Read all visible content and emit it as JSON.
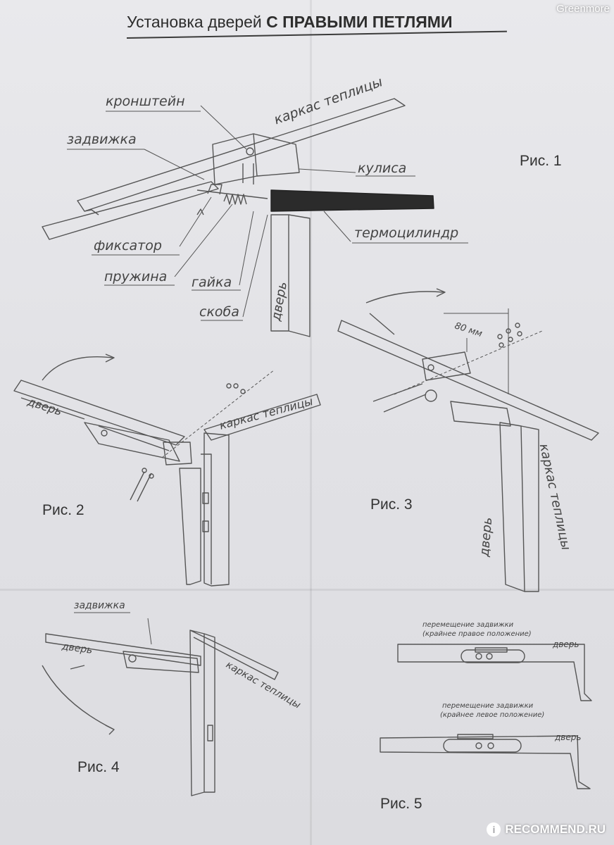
{
  "watermark_top": "Greenmore",
  "watermark_bottom": "RECOMMEND.RU",
  "title": {
    "normal": "Установка дверей",
    "bold": "С ПРАВЫМИ ПЕТЛЯМИ"
  },
  "fig1": {
    "label": "Рис. 1",
    "callouts": {
      "bracket": "кронштейн",
      "frame": "каркас теплицы",
      "latch": "задвижка",
      "slot": "кулиса",
      "retainer": "фиксатор",
      "cylinder": "термоцилиндр",
      "spring": "пружина",
      "nut": "гайка",
      "door": "дверь",
      "clamp": "скоба"
    }
  },
  "fig2": {
    "label": "Рис. 2",
    "door": "дверь",
    "frame": "каркас теплицы"
  },
  "fig3": {
    "label": "Рис. 3",
    "distance": "80 мм",
    "frame": "каркас теплицы",
    "door": "дверь"
  },
  "fig4": {
    "label": "Рис. 4",
    "latch": "задвижка",
    "door": "дверь",
    "frame": "каркас теплицы"
  },
  "fig5": {
    "label": "Рис. 5",
    "top_note_1": "перемещение задвижки",
    "top_note_2": "(крайнее правое положение)",
    "bottom_note_1": "перемещение задвижки",
    "bottom_note_2": "(крайнее левое положение)",
    "door_top": "дверь",
    "door_bottom": "дверь"
  }
}
